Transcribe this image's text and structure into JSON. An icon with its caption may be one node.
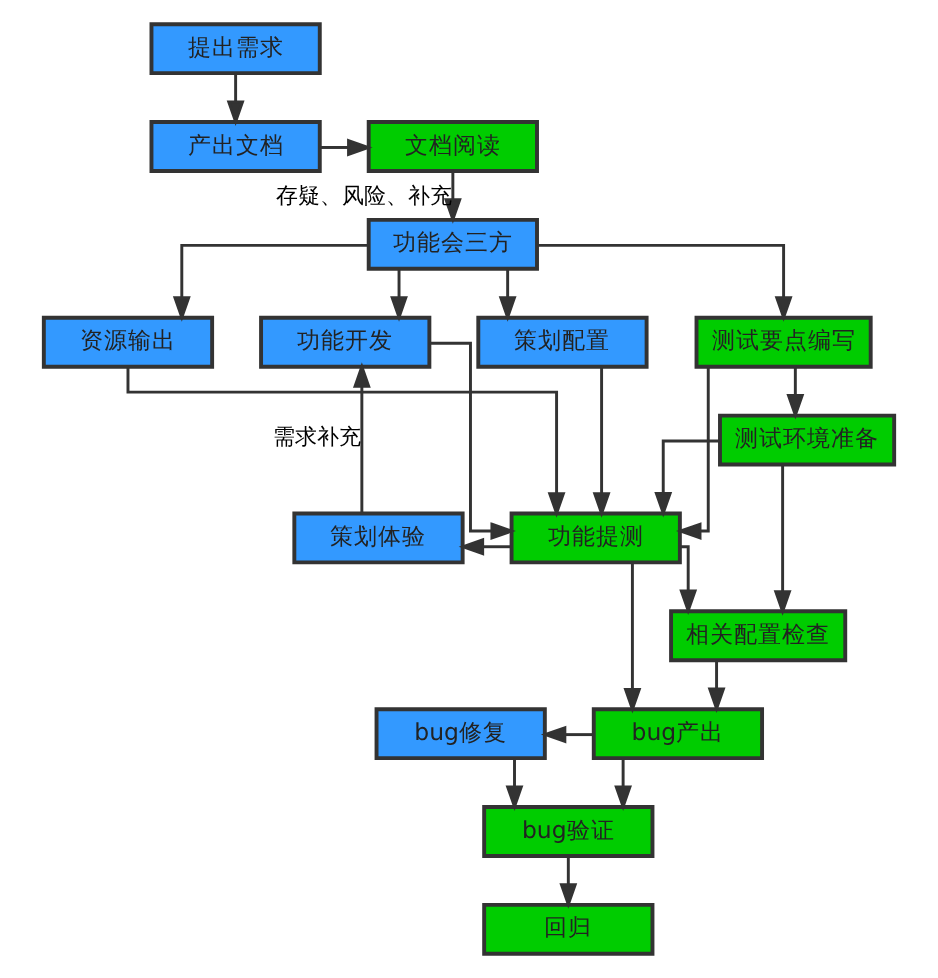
{
  "diagram": {
    "nodes": [
      {
        "text": [
          "提出需求"
        ]
      },
      {
        "text": [
          "产出文档"
        ]
      },
      {
        "text": [
          "文档阅读"
        ]
      },
      {
        "text": [
          "功能会三方"
        ]
      },
      {
        "text": [
          "资源输出"
        ]
      },
      {
        "text": [
          "功能开发"
        ]
      },
      {
        "text": [
          "策划配置"
        ]
      },
      {
        "text": [
          "测试要点编写"
        ]
      },
      {
        "text": [
          "测试环境准备"
        ]
      },
      {
        "text": [
          "策划体验"
        ]
      },
      {
        "text": [
          "功能提测"
        ]
      },
      {
        "text": [
          "相关配置检查"
        ]
      },
      {
        "text": [
          "bug修复"
        ]
      },
      {
        "text": [
          "bug产出"
        ]
      },
      {
        "text": [
          "bug验证"
        ]
      },
      {
        "text": [
          "回归"
        ]
      }
    ],
    "edges": [
      {
        "from": 0,
        "to": 1,
        "arrow": "to"
      },
      {
        "from": 1,
        "to": 2,
        "arrow": "to"
      },
      {
        "from": 2,
        "to": 3,
        "arrow": "to",
        "label": "存疑、风险、补充"
      },
      {
        "from": 3,
        "to": 4,
        "arrow": "to"
      },
      {
        "from": 3,
        "to": 5,
        "arrow": "to"
      },
      {
        "from": 3,
        "to": 6,
        "arrow": "to"
      },
      {
        "from": 3,
        "to": 7,
        "arrow": "to"
      },
      {
        "from": 4,
        "to": 10,
        "arrow": "to"
      },
      {
        "from": 5,
        "to": 10,
        "arrow": "to"
      },
      {
        "from": 6,
        "to": 10,
        "arrow": "to"
      },
      {
        "from": 7,
        "to": 8,
        "arrow": "to"
      },
      {
        "from": 7,
        "to": 10,
        "arrow": "to"
      },
      {
        "from": 8,
        "to": 10,
        "arrow": "to"
      },
      {
        "from": 8,
        "to": 11,
        "arrow": "to"
      },
      {
        "from": 10,
        "to": 9,
        "arrow": "to"
      },
      {
        "from": 9,
        "to": 5,
        "arrow": "to",
        "label": "需求补充"
      },
      {
        "from": 10,
        "to": 11,
        "arrow": "to"
      },
      {
        "from": 10,
        "to": 13,
        "arrow": "to"
      },
      {
        "from": 11,
        "to": 13,
        "arrow": "to"
      },
      {
        "from": 13,
        "to": 12,
        "arrow": "to"
      },
      {
        "from": 13,
        "to": 14,
        "arrow": "to"
      },
      {
        "from": 12,
        "to": 14,
        "arrow": "to"
      },
      {
        "from": 14,
        "to": 15,
        "arrow": "to"
      }
    ]
  }
}
